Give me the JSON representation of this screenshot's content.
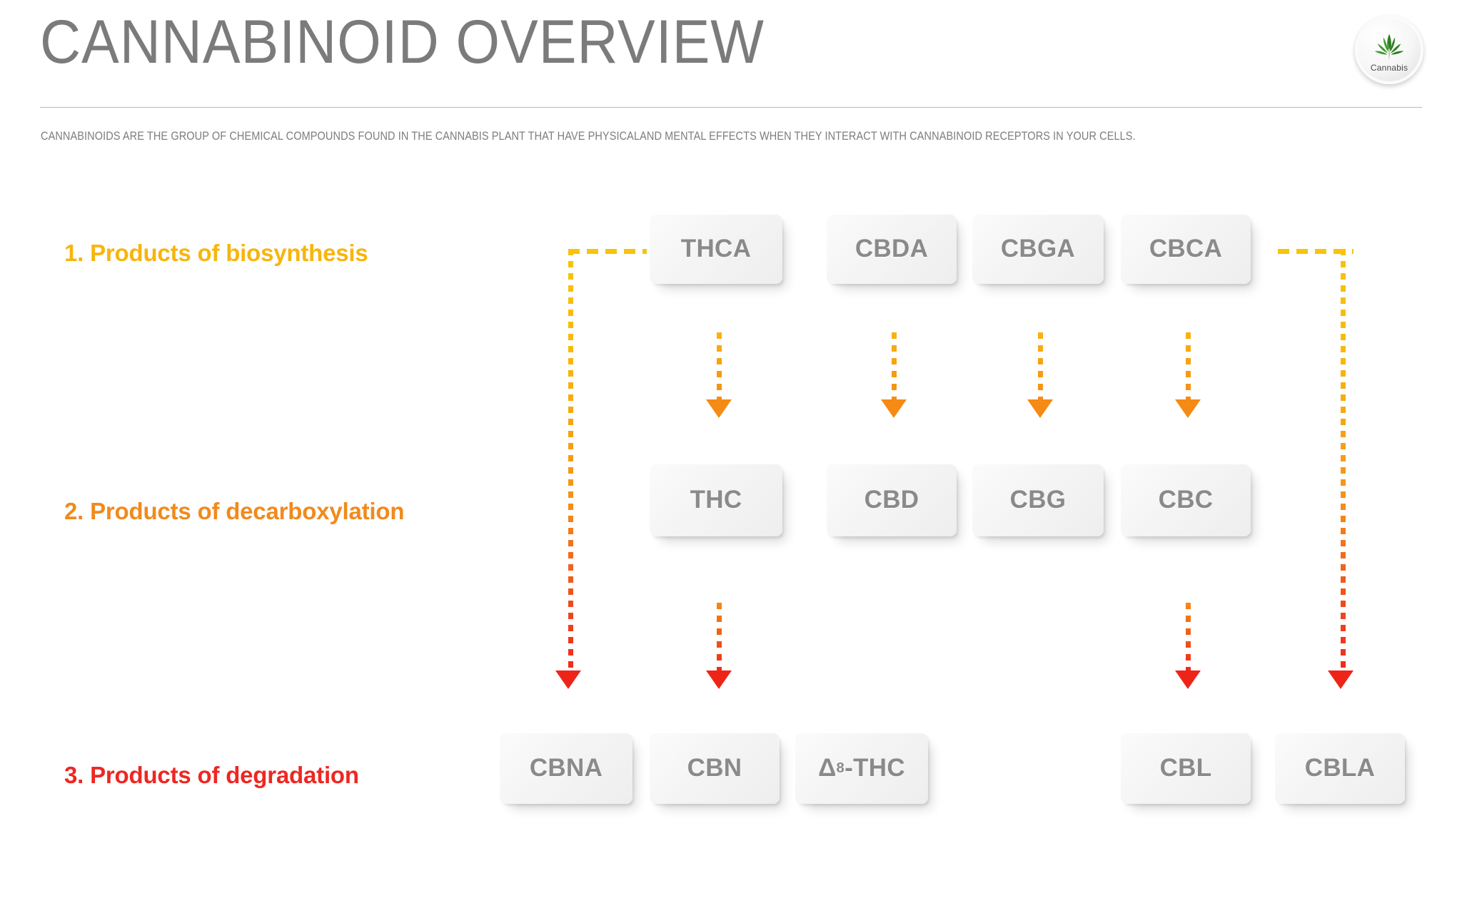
{
  "header": {
    "title": "CANNABINOID OVERVIEW",
    "subtitle": "CANNABINOIDS ARE THE GROUP OF CHEMICAL COMPOUNDS FOUND IN THE CANNABIS PLANT THAT HAVE PHYSICALAND MENTAL EFFECTS WHEN THEY INTERACT WITH CANNABINOID RECEPTORS IN YOUR CELLS.",
    "logo_label": "Cannabis",
    "logo_icon": "cannabis-leaf-icon"
  },
  "colors": {
    "title_gray": "#7b7b7b",
    "subtitle_gray": "#7d7d7d",
    "box_text_gray": "#8a8a8a",
    "stage1_yellow": "#F7B50D",
    "stage2_orange": "#F18A1C",
    "stage3_red": "#EE2722",
    "leaf_green": "#3C9A2E",
    "background": "#FFFFFF"
  },
  "rows": [
    {
      "index": "1",
      "label": "1. Products of biosynthesis",
      "color": "#F7B50D",
      "boxes": [
        "THCA",
        "CBDA",
        "CBGA",
        "CBCA"
      ]
    },
    {
      "index": "2",
      "label": "2. Products of decarboxylation",
      "color": "#F18A1C",
      "boxes": [
        "THC",
        "CBD",
        "CBG",
        "CBC"
      ]
    },
    {
      "index": "3",
      "label": "3. Products of degradation",
      "color": "#EE2722",
      "boxes": [
        "CBNA",
        "CBN",
        "Δ8-THC",
        "CBL",
        "CBLA"
      ]
    }
  ],
  "boxes": {
    "thca": "THCA",
    "cbda": "CBDA",
    "cbga": "CBGA",
    "cbca": "CBCA",
    "thc": "THC",
    "cbd": "CBD",
    "cbg": "CBG",
    "cbc": "CBC",
    "cbna": "CBNA",
    "cbn": "CBN",
    "delta8_prefix": "Δ",
    "delta8_sup": "8",
    "delta8_suffix": "-THC",
    "cbl": "CBL",
    "cbla": "CBLA"
  },
  "flow": {
    "arrows": [
      {
        "from": "THCA",
        "to": "THC",
        "style": "dotted-orange"
      },
      {
        "from": "CBDA",
        "to": "CBD",
        "style": "dotted-orange"
      },
      {
        "from": "CBGA",
        "to": "CBG",
        "style": "dotted-orange"
      },
      {
        "from": "CBCA",
        "to": "CBC",
        "style": "dotted-orange"
      },
      {
        "from": "THC",
        "to": "CBN",
        "style": "dotted-orange-red"
      },
      {
        "from": "CBC",
        "to": "CBL",
        "style": "dotted-orange-red"
      },
      {
        "from": "THCA",
        "to": "CBNA",
        "style": "dotted-yellow-red-elbow-left"
      },
      {
        "from": "CBCA",
        "to": "CBLA",
        "style": "dotted-yellow-red-elbow-right"
      }
    ]
  }
}
